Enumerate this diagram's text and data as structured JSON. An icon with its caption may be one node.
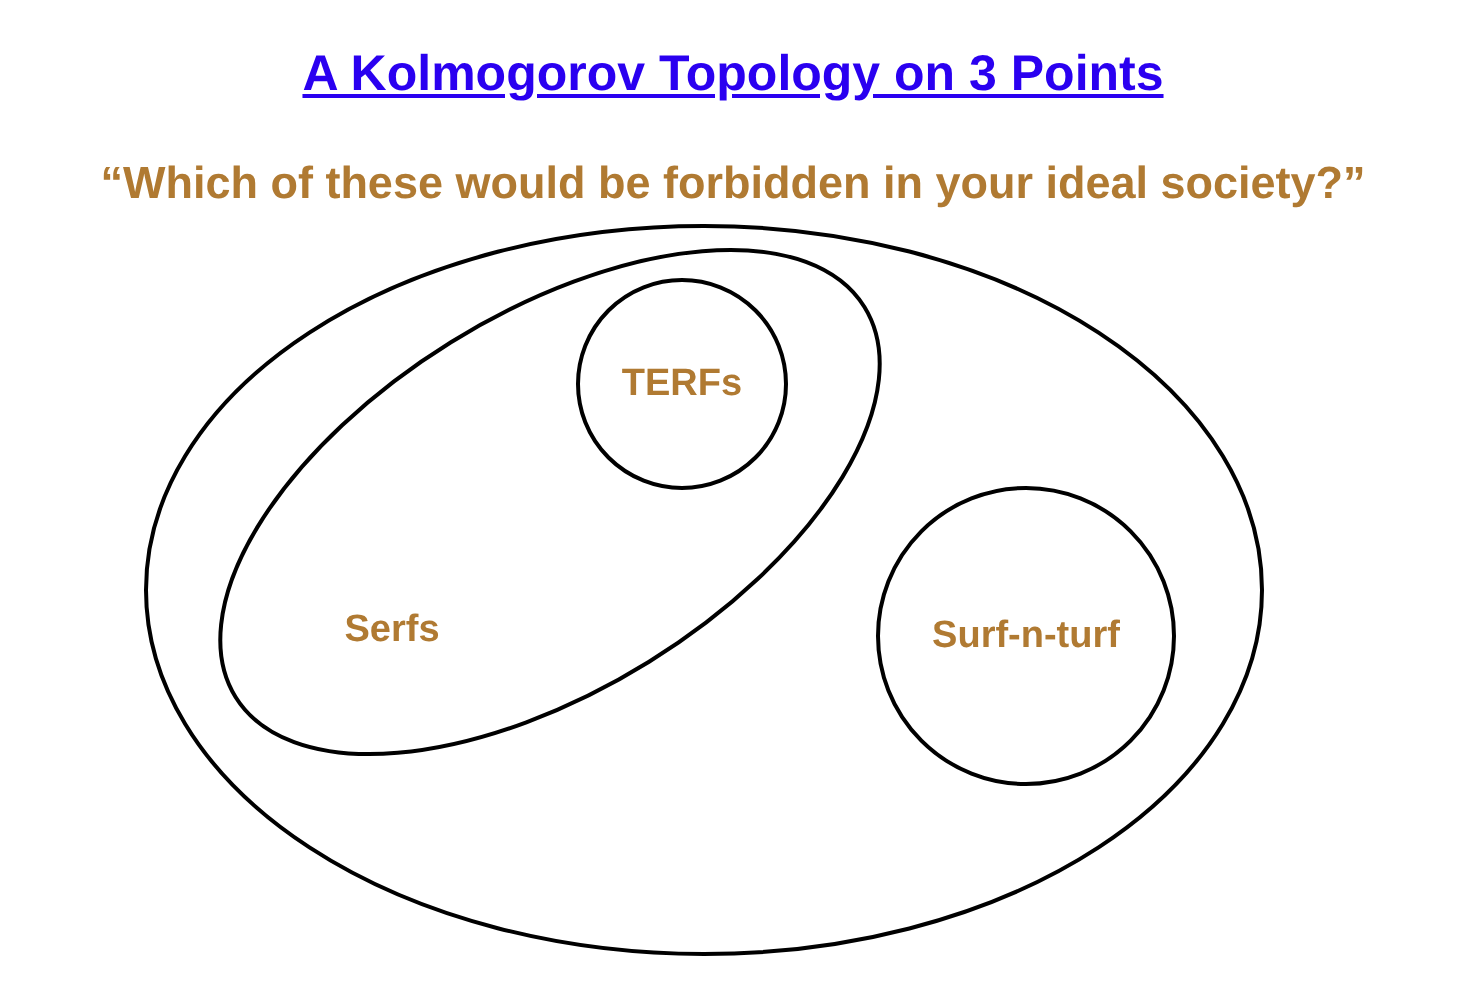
{
  "diagram": {
    "title": "A Kolmogorov Topology on 3 Points",
    "nodes": [
      {
        "text": [],
        "shape": "ellipse"
      },
      {
        "text": [
          "Serfs"
        ],
        "in": 0
      },
      {
        "text": [
          "TERFs"
        ],
        "in": 1
      },
      {
        "text": [
          "Surf-n-turf"
        ],
        "in": 0
      }
    ],
    "labels": [
      "“Which of these would be forbidden in your ideal society?”"
    ]
  }
}
